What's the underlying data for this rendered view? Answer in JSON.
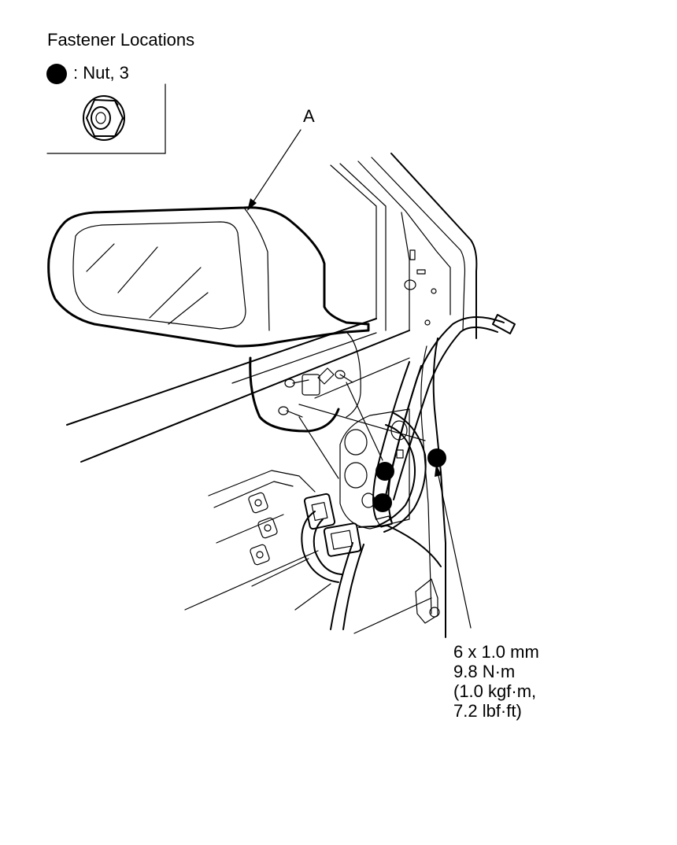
{
  "title": "Fastener Locations",
  "legend": {
    "symbol": "filled-circle-nut",
    "text": ": Nut, 3"
  },
  "callout_label": "A",
  "torque_spec": {
    "lines": [
      "6 x 1.0 mm",
      "9.8 N·m",
      "(1.0 kgf·m,",
      "7.2 lbf·ft)"
    ]
  },
  "colors": {
    "ink": "#000000",
    "background": "#ffffff"
  }
}
